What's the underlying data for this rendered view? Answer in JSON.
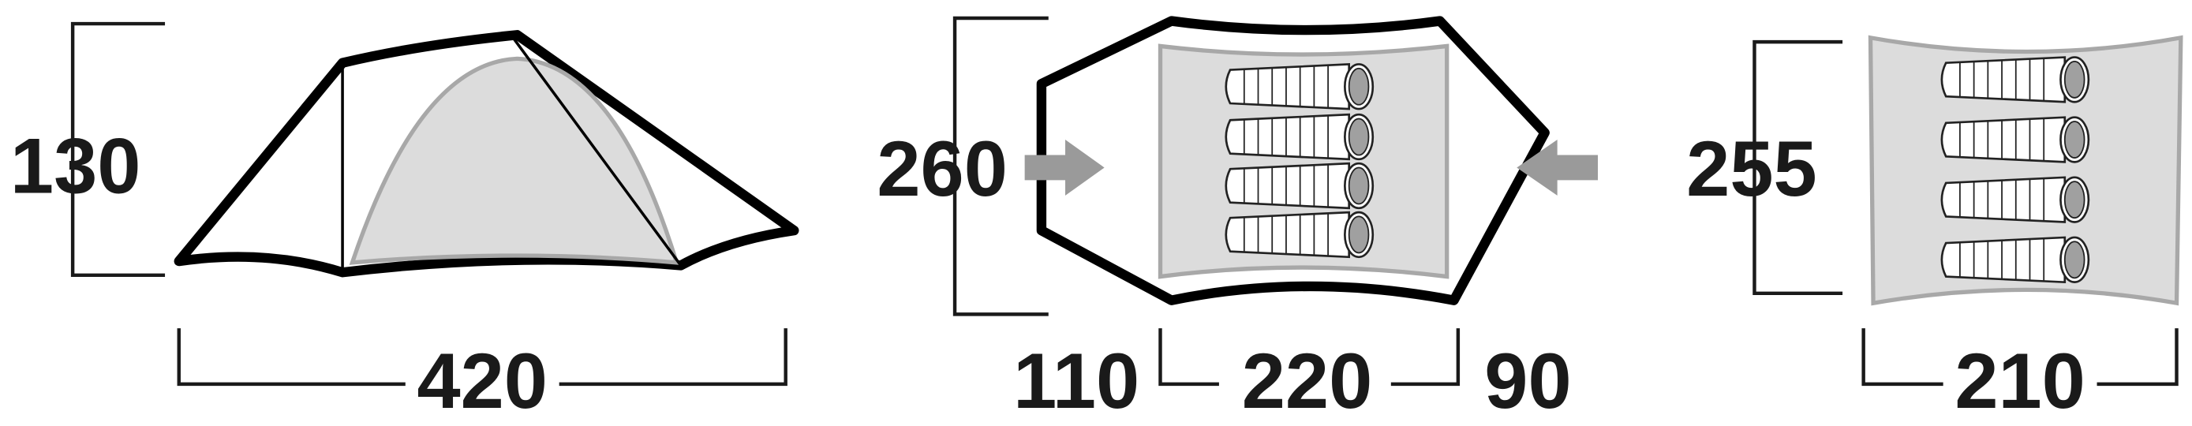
{
  "side_view": {
    "height": "130",
    "length": "420"
  },
  "top_view": {
    "width": "260",
    "vestibule_front": "110",
    "inner_length": "220",
    "vestibule_rear": "90"
  },
  "inner_tent": {
    "width": "255",
    "length": "210"
  },
  "sleeping_bags_per_tent": 4,
  "colors": {
    "outline": "#000000",
    "floor": "#dcdcdc",
    "arrow": "#9a9a9a"
  }
}
